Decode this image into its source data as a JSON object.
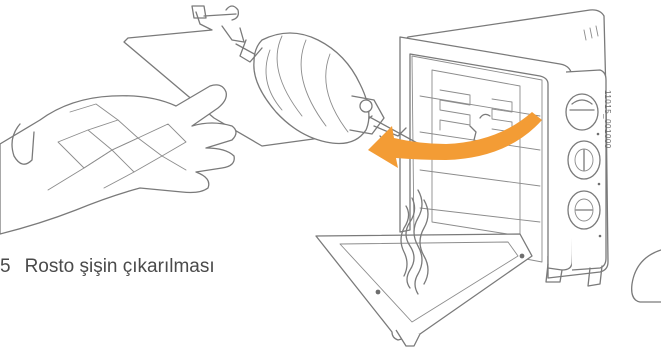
{
  "caption": {
    "number": "5",
    "text": "Rosto şişin çıkarılması"
  },
  "image_code": "11015_001000",
  "colors": {
    "line_art": "#7a7a7a",
    "arrow": "#f39c35",
    "caption_text": "#4a4a4a"
  },
  "illustration": {
    "elements": [
      "oven-glove-hand",
      "rotisserie-spit-with-roast",
      "rotisserie-handle-wire",
      "oven",
      "oven-door-open",
      "control-knobs",
      "removal-arrow",
      "page-tab"
    ]
  }
}
